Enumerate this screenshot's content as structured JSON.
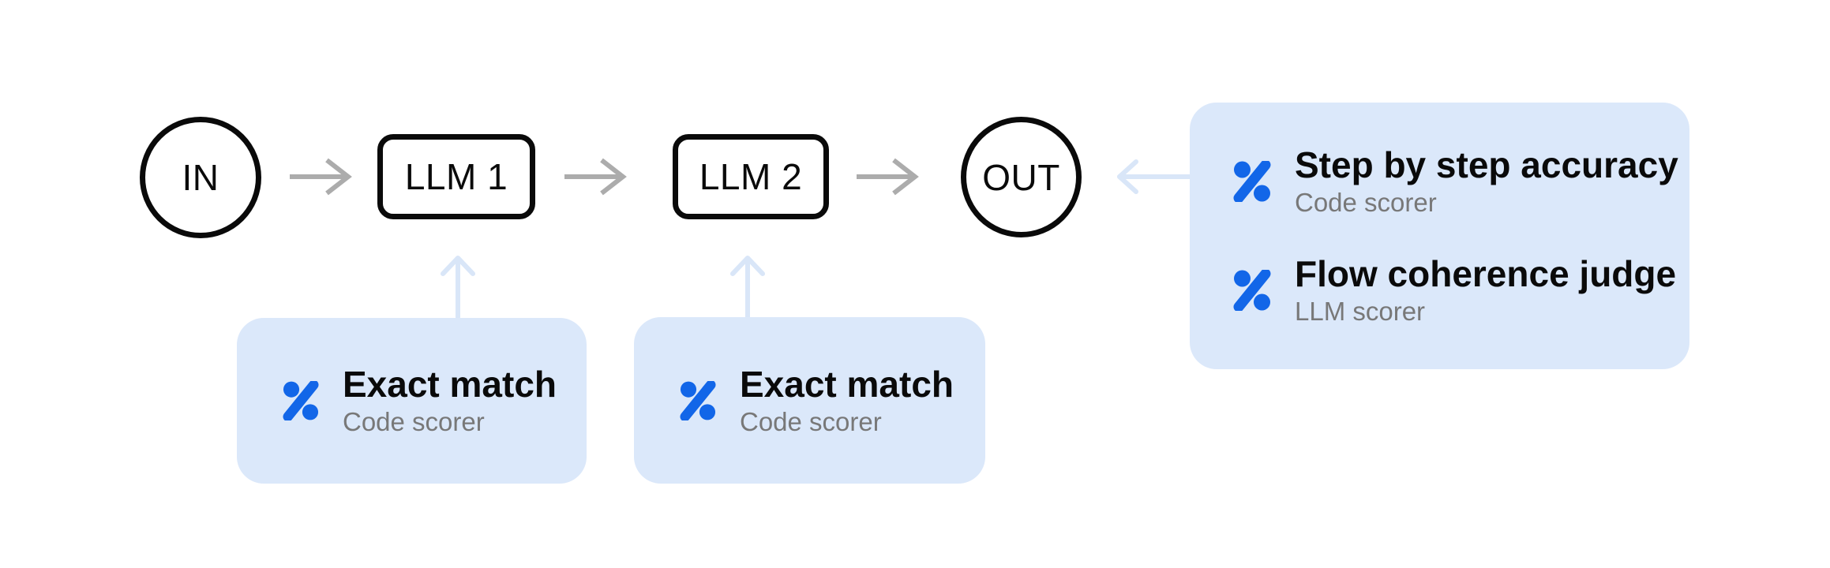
{
  "diagram": {
    "title_hint": "LLM pipeline with attached scorers",
    "nodes": {
      "input": {
        "label": "IN",
        "shape": "circle"
      },
      "llm1": {
        "label": "LLM 1",
        "shape": "rect"
      },
      "llm2": {
        "label": "LLM 2",
        "shape": "rect"
      },
      "output": {
        "label": "OUT",
        "shape": "circle"
      }
    },
    "arrows": [
      {
        "from": "input",
        "to": "llm1",
        "style": "gray"
      },
      {
        "from": "llm1",
        "to": "llm2",
        "style": "gray"
      },
      {
        "from": "llm2",
        "to": "output",
        "style": "gray"
      },
      {
        "from": "llm1-scorers",
        "to": "llm1",
        "style": "light-blue"
      },
      {
        "from": "llm2-scorers",
        "to": "llm2",
        "style": "light-blue"
      },
      {
        "from": "output-scorers",
        "to": "output",
        "style": "light-blue"
      }
    ],
    "scorer_cards": [
      {
        "id": "llm1-scorers",
        "attached_to": "llm1",
        "items": [
          {
            "icon": "percent-scorer-icon",
            "title": "Exact match",
            "subtitle": "Code scorer"
          }
        ]
      },
      {
        "id": "llm2-scorers",
        "attached_to": "llm2",
        "items": [
          {
            "icon": "percent-scorer-icon",
            "title": "Exact match",
            "subtitle": "Code scorer"
          }
        ]
      },
      {
        "id": "output-scorers",
        "attached_to": "output",
        "items": [
          {
            "icon": "percent-scorer-icon",
            "title": "Step by step accuracy",
            "subtitle": "Code scorer"
          },
          {
            "icon": "percent-scorer-icon",
            "title": "Flow coherence judge",
            "subtitle": "LLM scorer"
          }
        ]
      }
    ],
    "colors": {
      "background": "#FFFFFF",
      "node_border": "#0A0A0A",
      "accent_blue": "#1266E8",
      "card_bg": "#DBE8FA",
      "arrow_gray": "#ACACAC",
      "arrow_light_blue": "#D9E6F8",
      "title_text": "#0A0A0A",
      "subtitle_text": "#787878"
    }
  }
}
